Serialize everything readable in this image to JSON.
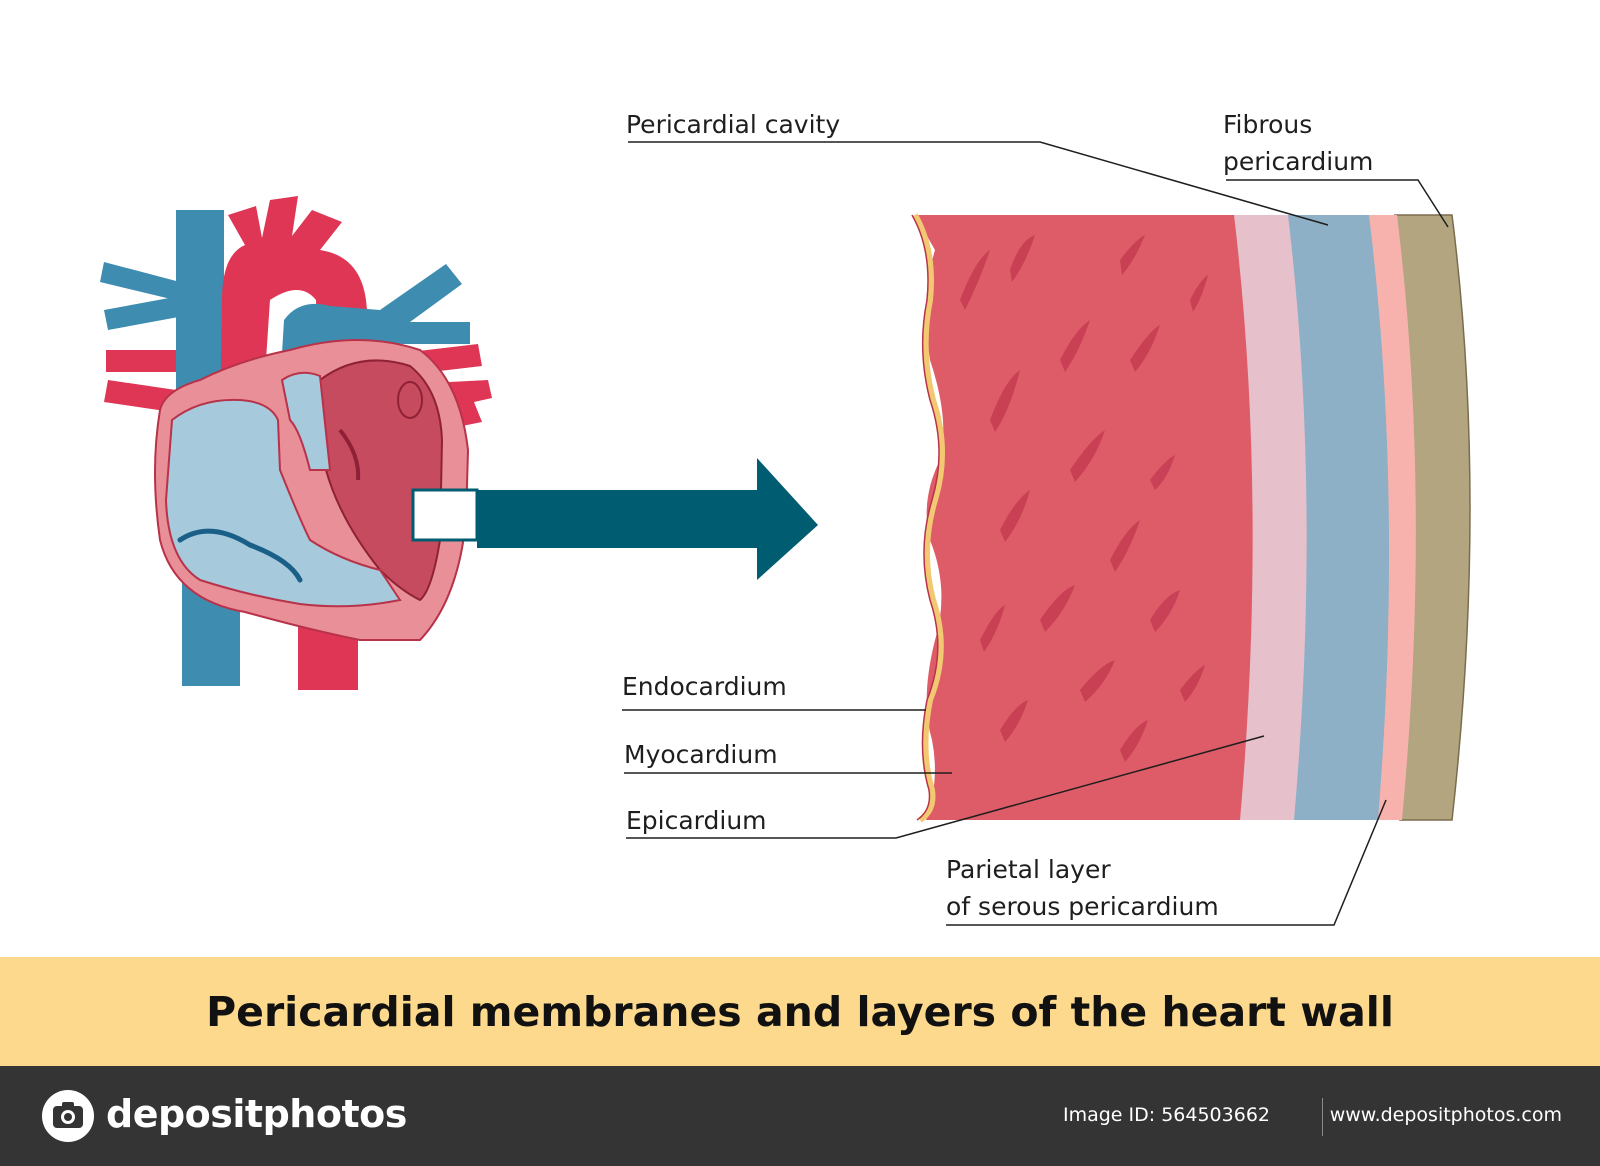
{
  "labels": {
    "pericardial_cavity": "Pericardial cavity",
    "fibrous_line1": "Fibrous",
    "fibrous_line2": "pericardium",
    "endocardium": "Endocardium",
    "myocardium": "Myocardium",
    "epicardium": "Epicardium",
    "parietal_line1": "Parietal layer",
    "parietal_line2": "of serous pericardium"
  },
  "caption": "Pericardial membranes and layers of the heart wall",
  "footer": {
    "brand": "depositphotos",
    "image_id": "Image ID: 564503662",
    "website": "www.depositphotos.com"
  },
  "colors": {
    "myocardium": "#dd5c67",
    "myocardium_streak": "#c73e54",
    "endocardium": "#f2c872",
    "visceral_serous": "#e6c0ca",
    "pericardial_cavity": "#8eb0c6",
    "parietal_serous": "#f8b2ad",
    "fibrous_pericardium": "#b2a580",
    "arrow": "#005c70",
    "vein_blue": "#3e8db1",
    "artery_red": "#de3654",
    "caption_band": "#fcd98c",
    "footer_bg": "#343434"
  },
  "icons": [
    "heart-illustration",
    "right-arrow-icon",
    "depositphotos-logo-icon"
  ]
}
